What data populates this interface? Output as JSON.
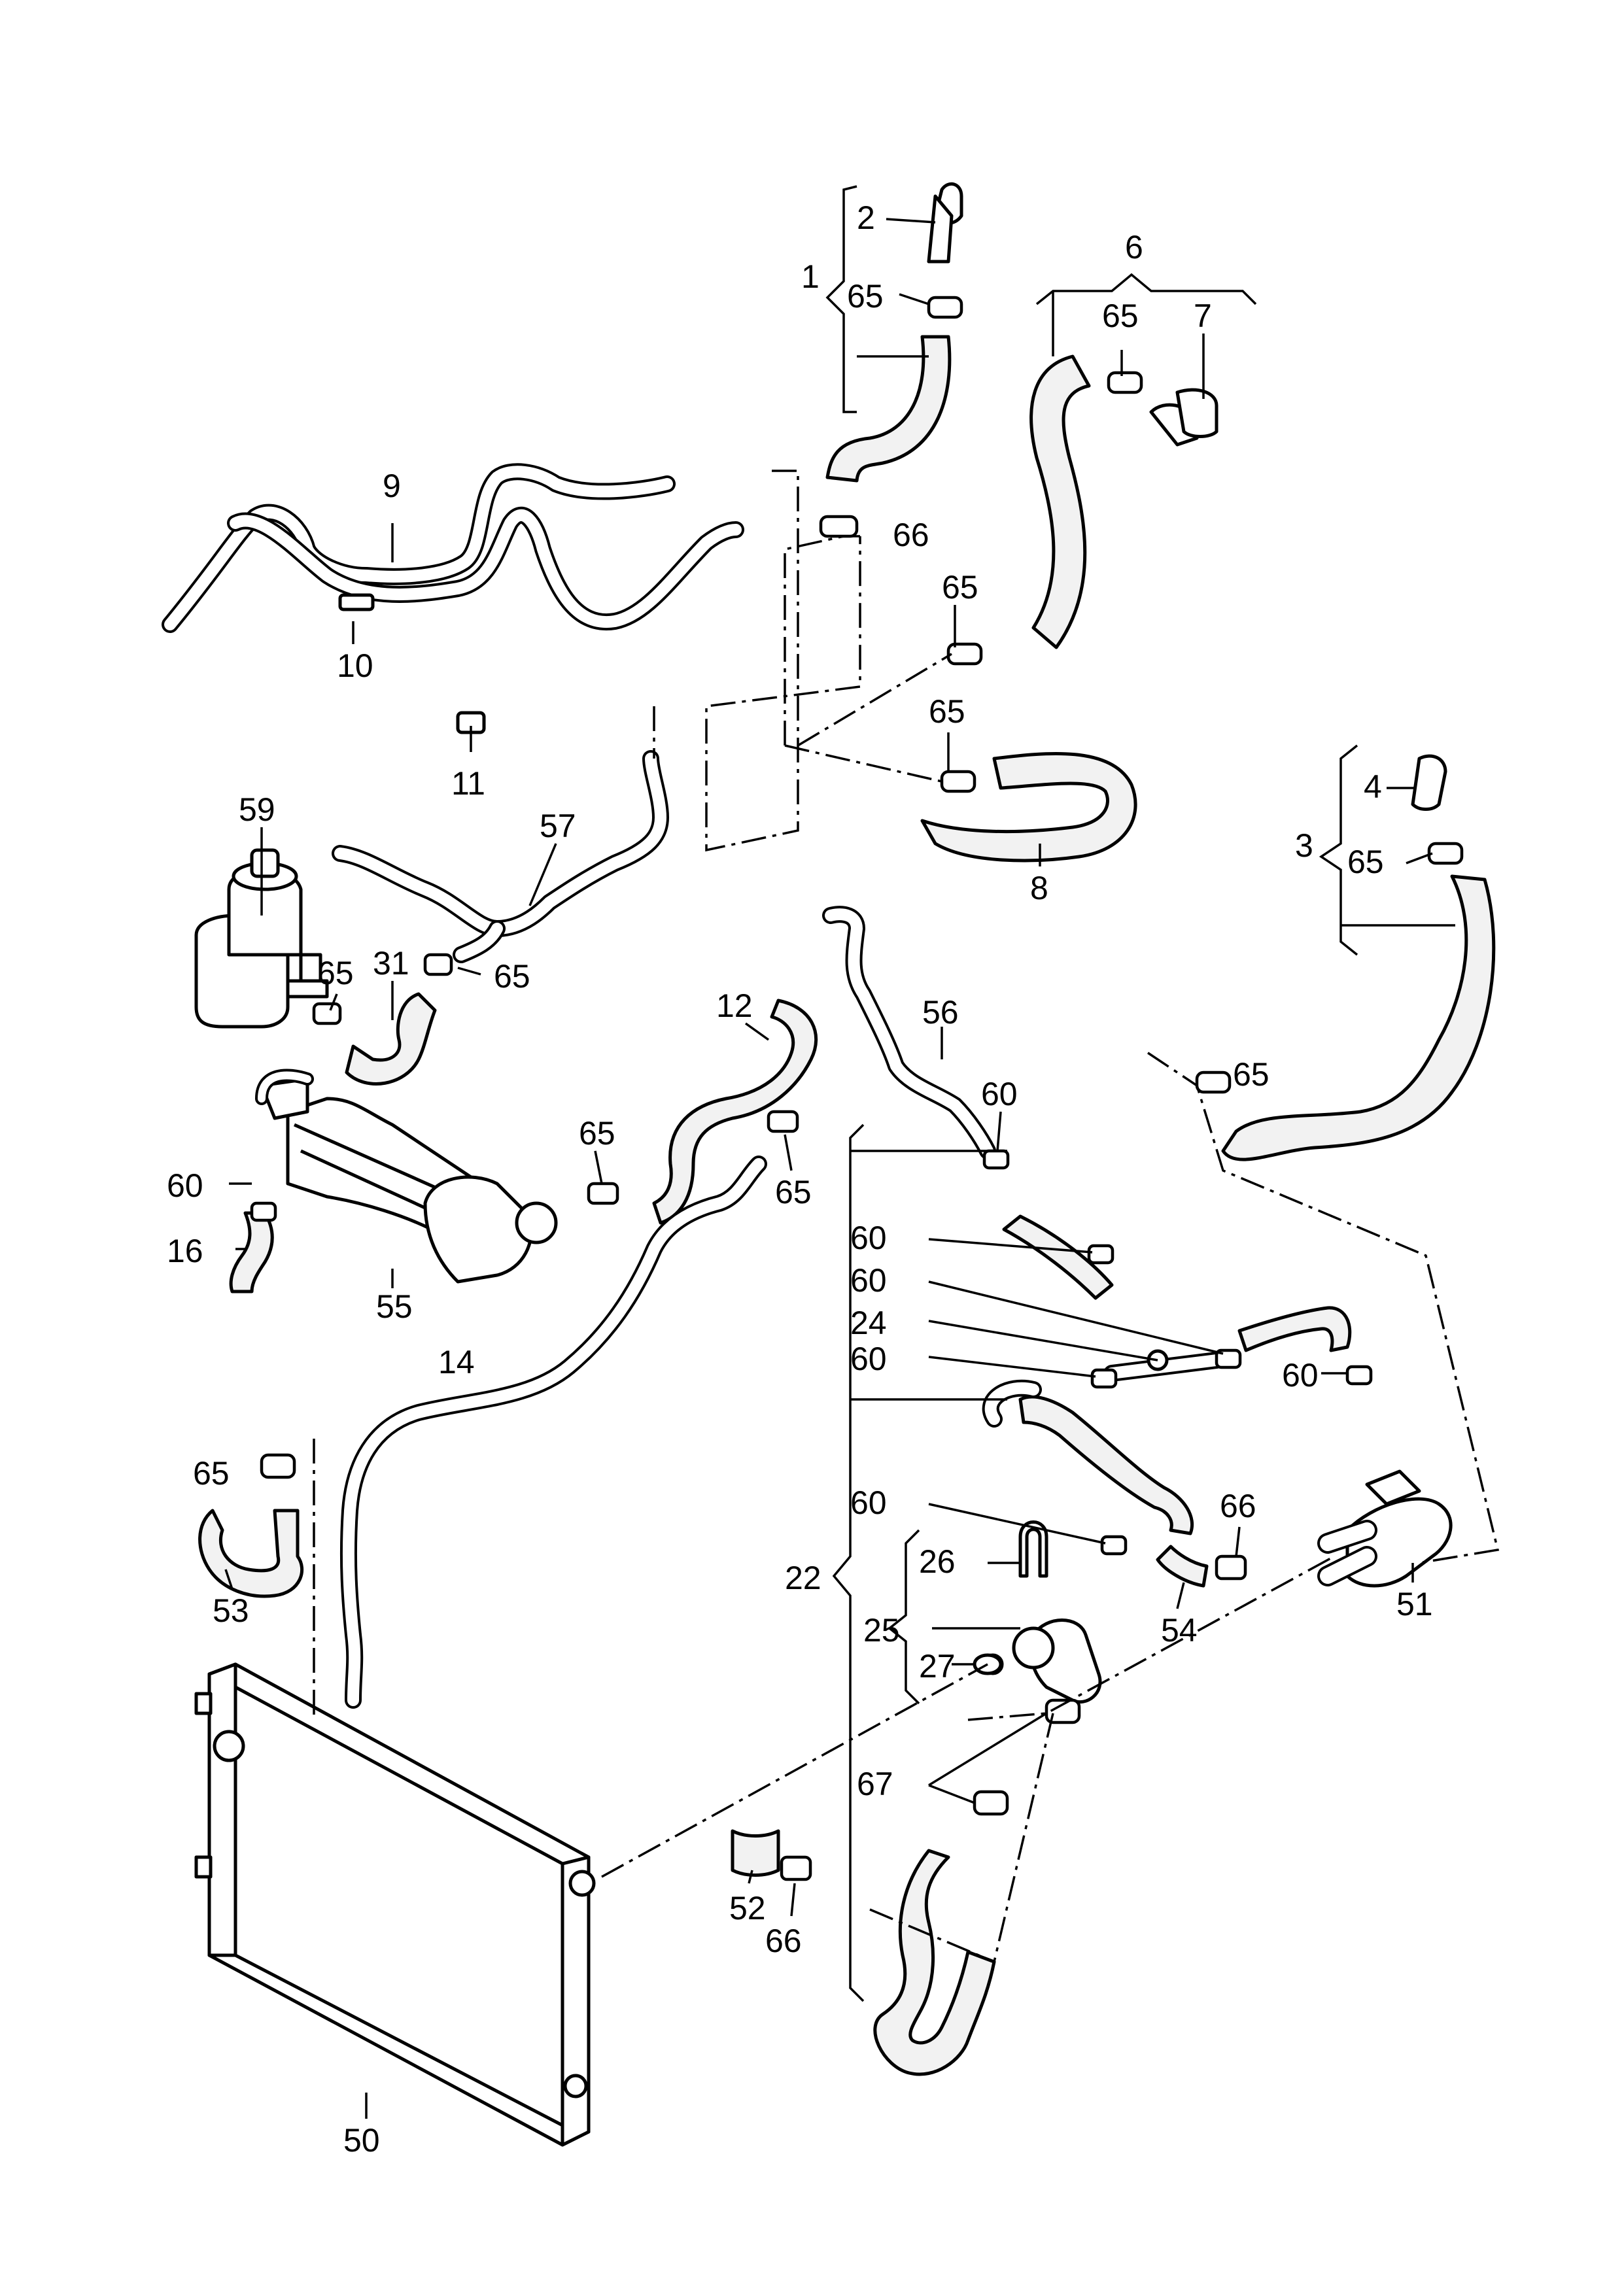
{
  "diagram": {
    "labels": [
      {
        "id": "l2",
        "text": "2"
      },
      {
        "id": "l1",
        "text": "1"
      },
      {
        "id": "l65a",
        "text": "65"
      },
      {
        "id": "l6",
        "text": "6"
      },
      {
        "id": "l65b",
        "text": "65"
      },
      {
        "id": "l7",
        "text": "7"
      },
      {
        "id": "l9",
        "text": "9"
      },
      {
        "id": "l66a",
        "text": "66"
      },
      {
        "id": "l10",
        "text": "10"
      },
      {
        "id": "l65c",
        "text": "65"
      },
      {
        "id": "l65d",
        "text": "65"
      },
      {
        "id": "l11",
        "text": "11"
      },
      {
        "id": "l4",
        "text": "4"
      },
      {
        "id": "l3",
        "text": "3"
      },
      {
        "id": "l65e",
        "text": "65"
      },
      {
        "id": "l59",
        "text": "59"
      },
      {
        "id": "l57",
        "text": "57"
      },
      {
        "id": "l8",
        "text": "8"
      },
      {
        "id": "l65f",
        "text": "65"
      },
      {
        "id": "l31",
        "text": "31"
      },
      {
        "id": "l65g",
        "text": "65"
      },
      {
        "id": "l12",
        "text": "12"
      },
      {
        "id": "l56",
        "text": "56"
      },
      {
        "id": "l65h",
        "text": "65"
      },
      {
        "id": "l60a",
        "text": "60"
      },
      {
        "id": "l65i",
        "text": "65"
      },
      {
        "id": "l60b",
        "text": "60"
      },
      {
        "id": "l65j",
        "text": "65"
      },
      {
        "id": "l16",
        "text": "16"
      },
      {
        "id": "l55",
        "text": "55"
      },
      {
        "id": "l60c",
        "text": "60"
      },
      {
        "id": "l60d",
        "text": "60"
      },
      {
        "id": "l24",
        "text": "24"
      },
      {
        "id": "l60e",
        "text": "60"
      },
      {
        "id": "l60f",
        "text": "60"
      },
      {
        "id": "l14",
        "text": "14"
      },
      {
        "id": "l65k",
        "text": "65"
      },
      {
        "id": "l60g",
        "text": "60"
      },
      {
        "id": "l66b",
        "text": "66"
      },
      {
        "id": "l26",
        "text": "26"
      },
      {
        "id": "l22",
        "text": "22"
      },
      {
        "id": "l51",
        "text": "51"
      },
      {
        "id": "l53",
        "text": "53"
      },
      {
        "id": "l25",
        "text": "25"
      },
      {
        "id": "l54",
        "text": "54"
      },
      {
        "id": "l27",
        "text": "27"
      },
      {
        "id": "l67",
        "text": "67"
      },
      {
        "id": "l52",
        "text": "52"
      },
      {
        "id": "l66c",
        "text": "66"
      },
      {
        "id": "l50",
        "text": "50"
      }
    ]
  }
}
